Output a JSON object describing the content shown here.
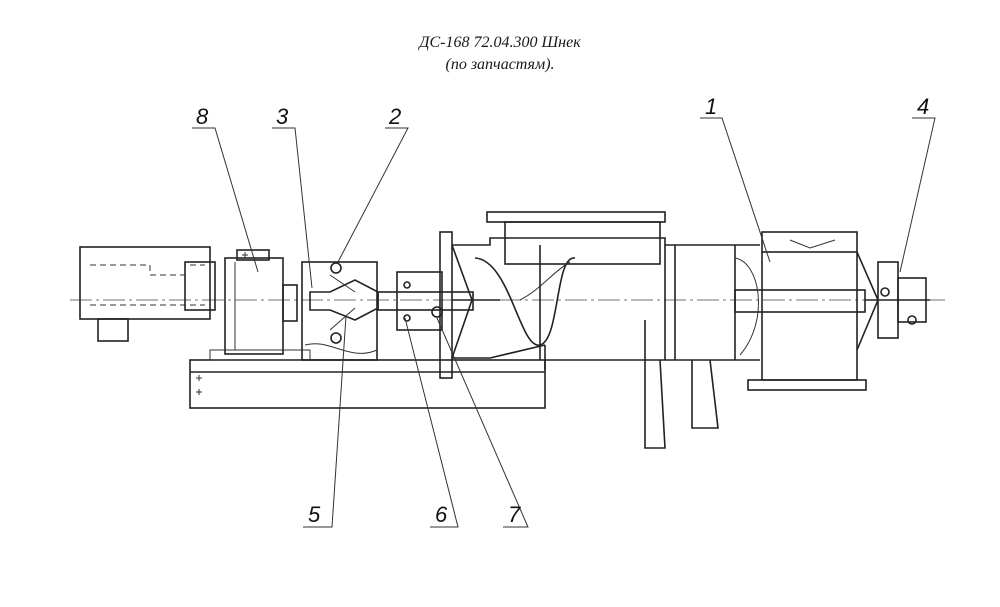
{
  "title": {
    "line1": "ДС-168 72.04.300 Шнек",
    "line2": "(по запчастям)."
  },
  "callouts": [
    {
      "id": "c8",
      "label": "8"
    },
    {
      "id": "c3",
      "label": "3"
    },
    {
      "id": "c2",
      "label": "2"
    },
    {
      "id": "c1",
      "label": "1"
    },
    {
      "id": "c4",
      "label": "4"
    },
    {
      "id": "c5",
      "label": "5"
    },
    {
      "id": "c6",
      "label": "6"
    },
    {
      "id": "c7",
      "label": "7"
    }
  ]
}
